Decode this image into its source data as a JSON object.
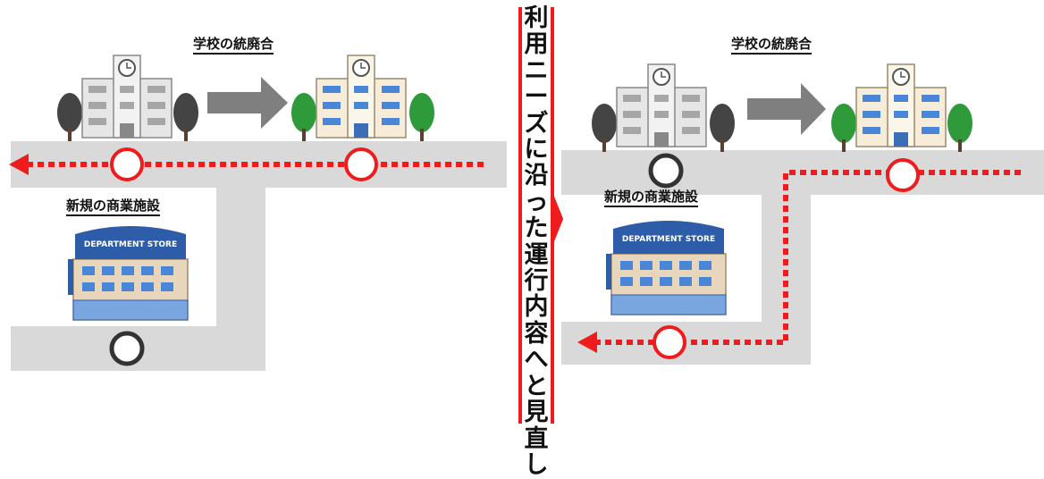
{
  "left_panel": {
    "school_label": "学校の統廃合",
    "store_label": "新規の商業施設",
    "store_sign": "DEPARTMENT STORE"
  },
  "right_panel": {
    "school_label": "学校の統廃合",
    "store_label": "新規の商業施設",
    "store_sign": "DEPARTMENT STORE"
  },
  "divider": {
    "caption": "利用ニーズに沿った運行内容へと見直し"
  },
  "colors": {
    "road": "#d9d9d9",
    "route_red": "#ee1c1c",
    "stop_active": "#ee1c1c",
    "stop_inactive": "#333333",
    "arrow_gray": "#7f7f7f",
    "building_old": "#a6a6a6",
    "building_new": "#4a86d8",
    "tree_old": "#444444",
    "tree_new": "#2e9a3a"
  }
}
